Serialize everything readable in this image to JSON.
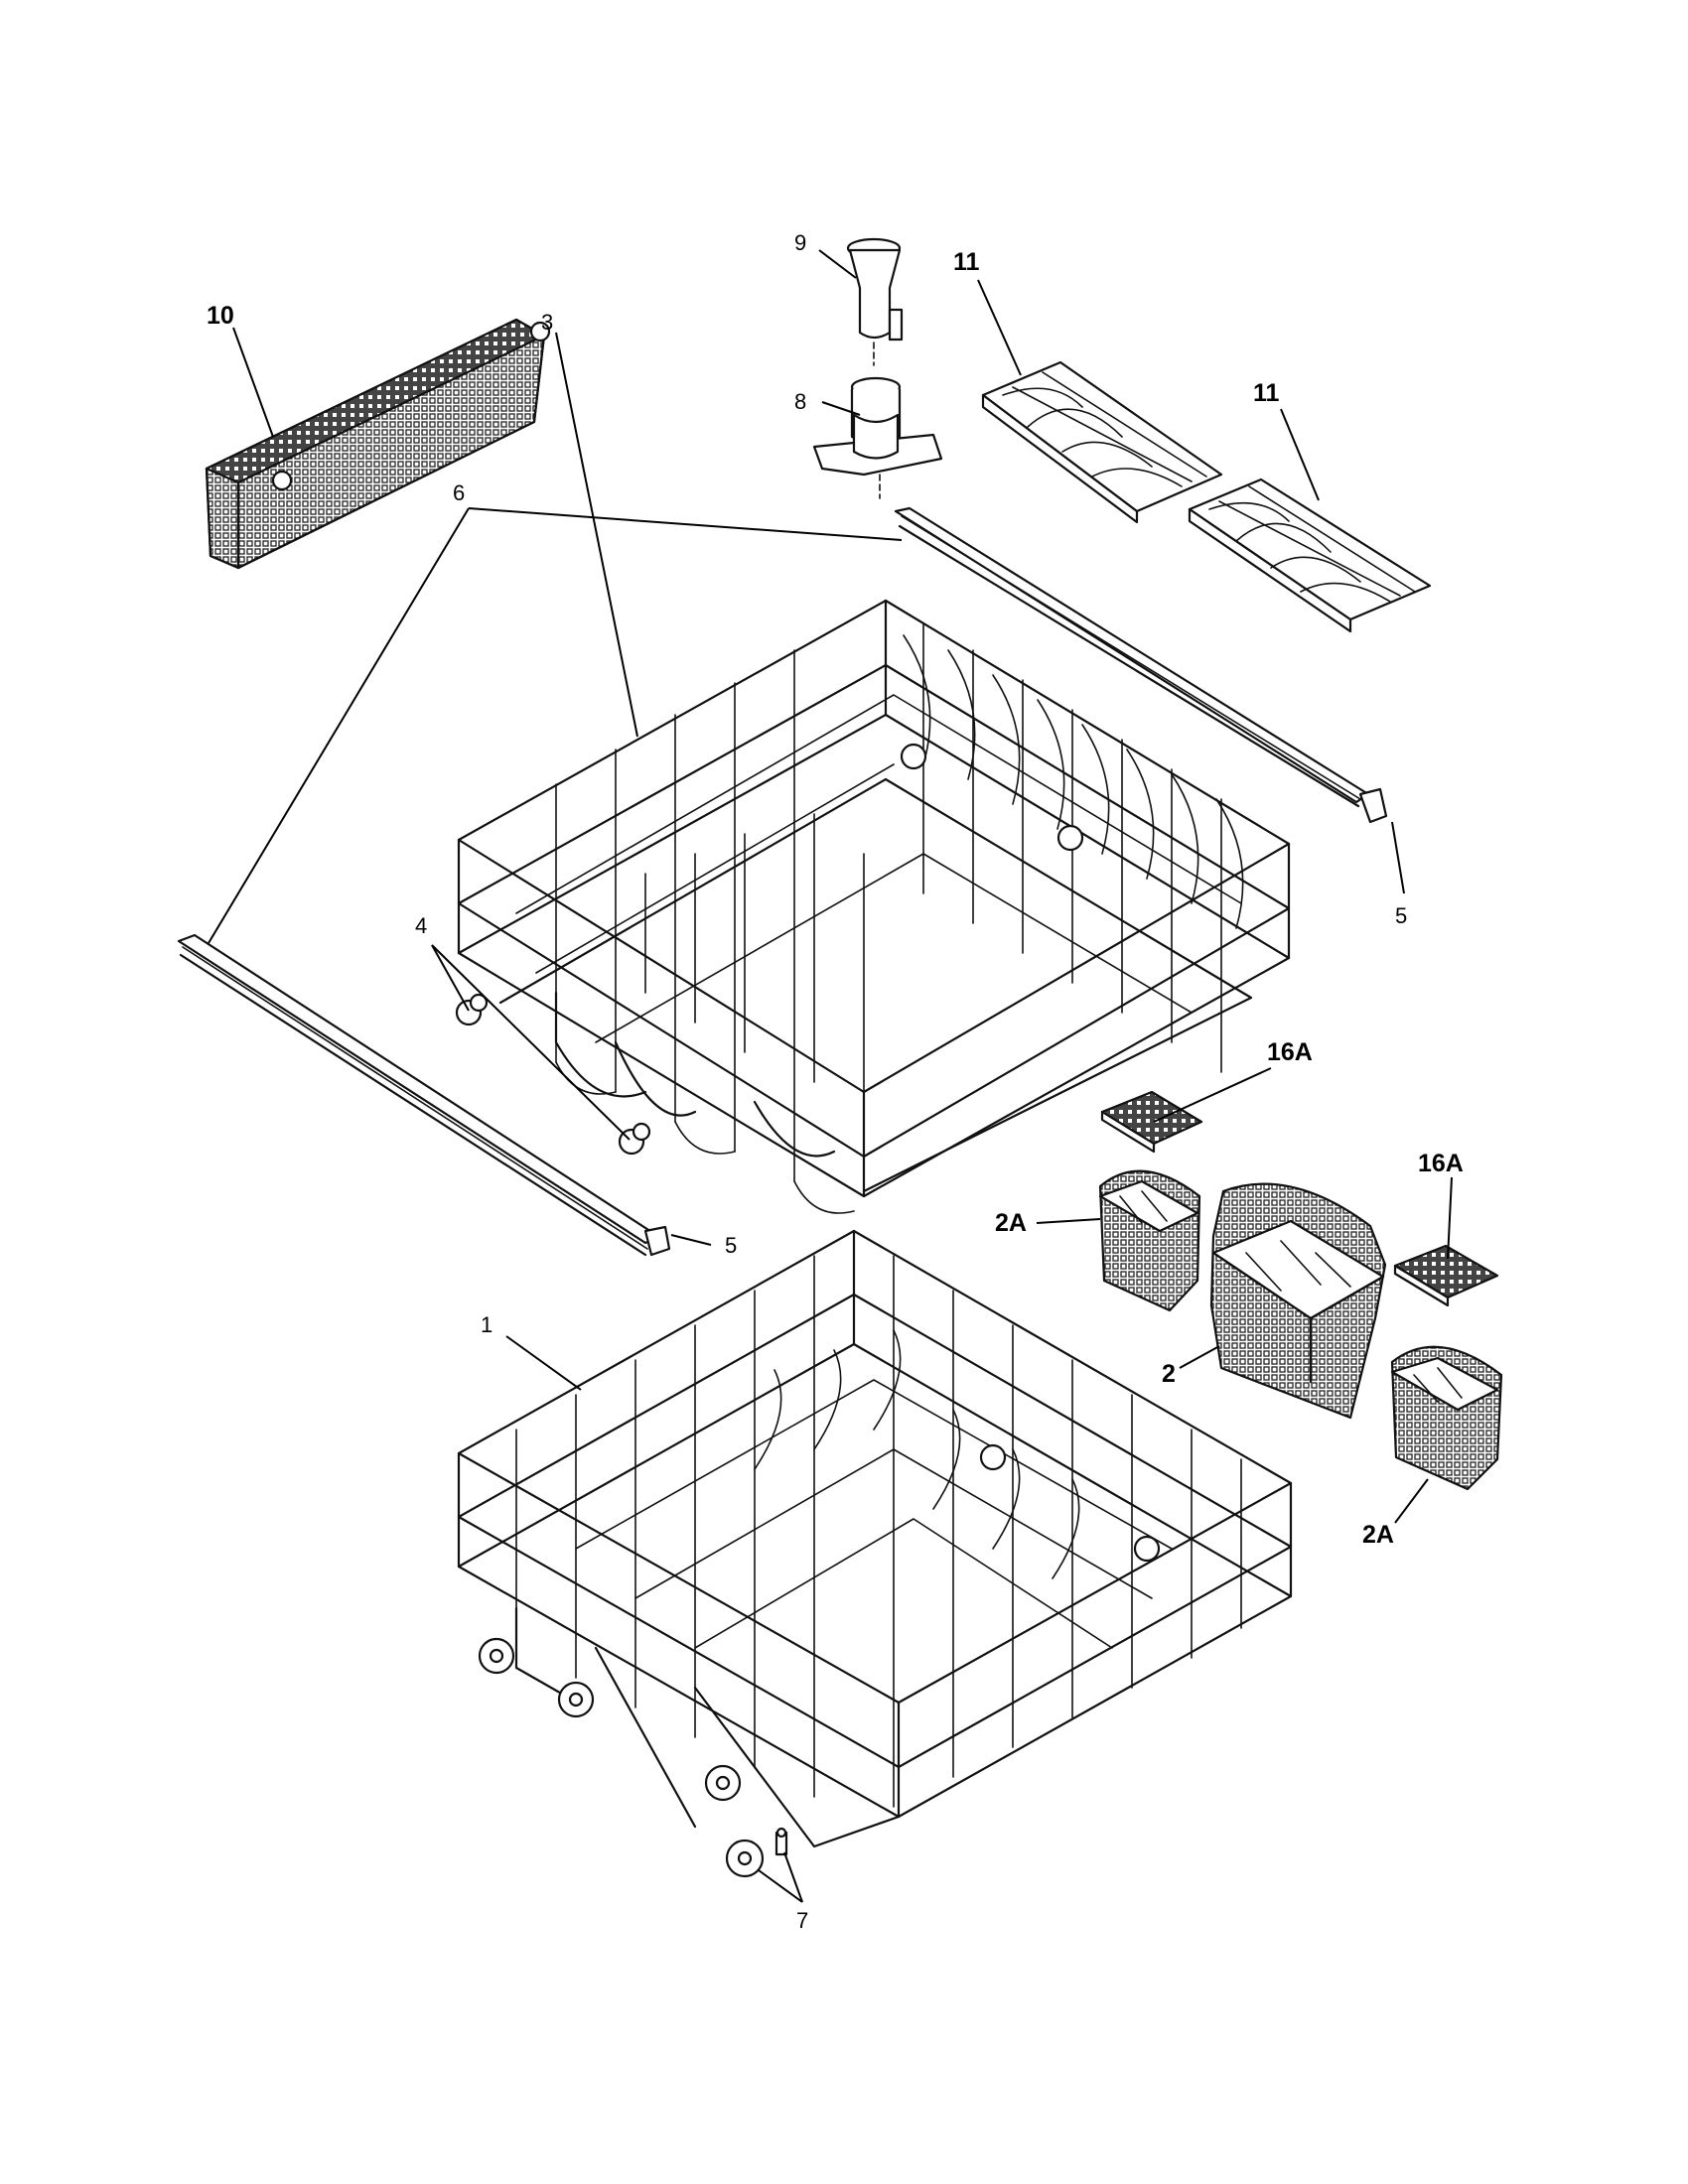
{
  "callouts": {
    "c1": "1",
    "c2": "2",
    "c2a_left": "2A",
    "c2a_right": "2A",
    "c3": "3",
    "c4": "4",
    "c5_right": "5",
    "c5_left": "5",
    "c6": "6",
    "c7": "7",
    "c8": "8",
    "c9": "9",
    "c10": "10",
    "c11_top": "11",
    "c11_bottom": "11",
    "c16a_top": "16A",
    "c16a_right": "16A"
  }
}
